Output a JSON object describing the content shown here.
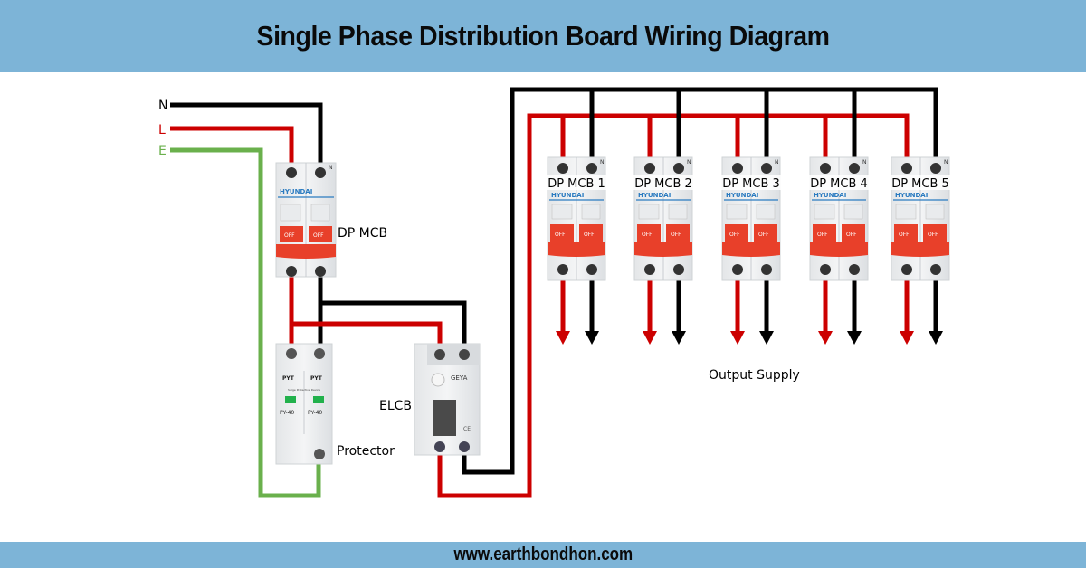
{
  "header": {
    "title": "Single Phase Distribution Board Wiring Diagram"
  },
  "footer": {
    "website": "www.earthbondhon.com"
  },
  "colors": {
    "banner": "#7db4d7",
    "live": "#cc0000",
    "neutral": "#000000",
    "earth": "#6ab04c",
    "breaker_handle": "#e8402a",
    "brand_blue": "#2b7bc0"
  },
  "inputs": [
    {
      "label": "N",
      "color": "#000000"
    },
    {
      "label": "L",
      "color": "#cc0000"
    },
    {
      "label": "E",
      "color": "#6ab04c"
    }
  ],
  "main_breaker": {
    "label": "DP MCB",
    "brand": "HYUNDAI",
    "switch_text": "OFF",
    "neutral_mark": "N"
  },
  "surge_protector": {
    "label": "Protector",
    "brand": "PYT",
    "subtitle": "Surge Protective Device",
    "model": "PY-40"
  },
  "elcb": {
    "label": "ELCB",
    "brand": "GEYA",
    "mark": "CE"
  },
  "branch_breakers": [
    {
      "label": "DP MCB 1"
    },
    {
      "label": "DP MCB 2"
    },
    {
      "label": "DP MCB 3"
    },
    {
      "label": "DP MCB 4"
    },
    {
      "label": "DP MCB 5"
    }
  ],
  "output": {
    "label": "Output Supply"
  }
}
